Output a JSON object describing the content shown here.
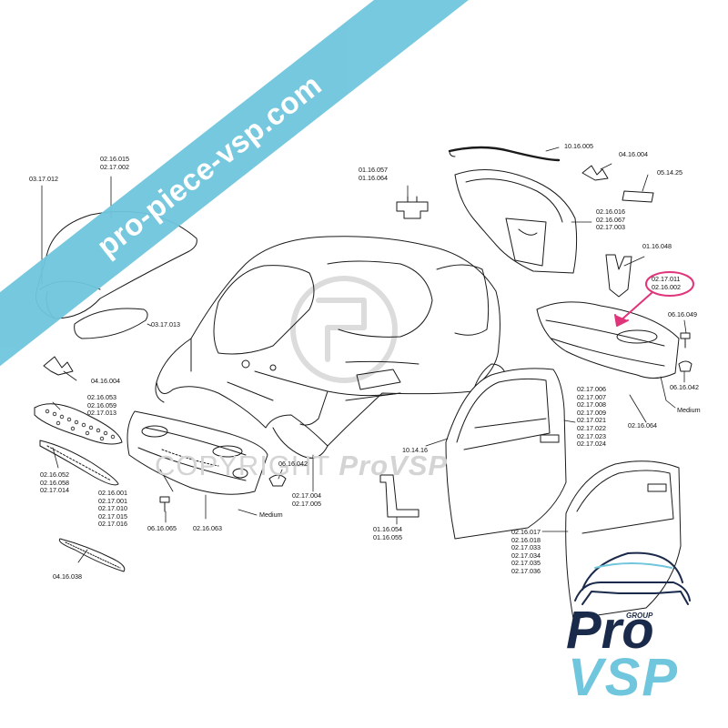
{
  "banner": {
    "text": "pro-piece-vsp.com"
  },
  "watermark": {
    "copyright": "COPYRIGHT",
    "brand": "ProVSP"
  },
  "logo": {
    "group": "GROUP",
    "pro": "Pro",
    "vsp": "VSP"
  },
  "colors": {
    "brand_blue": "#6fc6dd",
    "brand_navy": "#1a2a4a",
    "highlight": "#e0357a",
    "line": "#1a1a1a"
  },
  "callouts": {
    "roof_panel": [
      "02.16.015",
      "02.17.002"
    ],
    "roof_edge": [
      "03.17.012"
    ],
    "roof_small": [
      "03.17.013"
    ],
    "badge_left": [
      "04.16.004"
    ],
    "grille_side": [
      "02.16.053",
      "02.16.059",
      "02.17.013"
    ],
    "grille_lower": [
      "02.16.052",
      "02.16.058",
      "02.17.014"
    ],
    "front_bumper": [
      "02.16.001",
      "02.17.001",
      "02.17.010",
      "02.17.015",
      "02.17.016"
    ],
    "screw_front": [
      "06.16.065"
    ],
    "bumper_ref": [
      "02.16.063"
    ],
    "bumper_grade": [
      "Medium"
    ],
    "mesh_grille": [
      "04.16.038"
    ],
    "clip_front": [
      "06.16.042"
    ],
    "roof_hinge": [
      "01.16.057",
      "01.16.064"
    ],
    "body_shell": [
      "02.17.004",
      "02.17.005"
    ],
    "tailgate_seal": [
      "10.16.005"
    ],
    "badge_right": [
      "04.16.004"
    ],
    "emblem": [
      "05.14.25"
    ],
    "tailgate": [
      "02.16.016",
      "02.16.067",
      "02.17.003"
    ],
    "bracket": [
      "01.16.048"
    ],
    "rear_bumper_highlight": [
      "02.17.011",
      "02.16.002"
    ],
    "screw_rear": [
      "06.16.049"
    ],
    "clip_rear": [
      "06.16.042"
    ],
    "rear_bumper_grade": [
      "Medium"
    ],
    "rear_bumper_ref": [
      "02.16.064"
    ],
    "door_right": [
      "02.17.006",
      "02.17.007",
      "02.17.008",
      "02.17.009",
      "02.17.021",
      "02.17.022",
      "02.17.023",
      "02.17.024"
    ],
    "door_ref": [
      "10.14.16"
    ],
    "floor_bracket": [
      "01.16.054",
      "01.16.055"
    ],
    "door_left": [
      "02.16.017",
      "02.16.018",
      "02.17.033",
      "02.17.034",
      "02.17.035",
      "02.17.036"
    ]
  }
}
